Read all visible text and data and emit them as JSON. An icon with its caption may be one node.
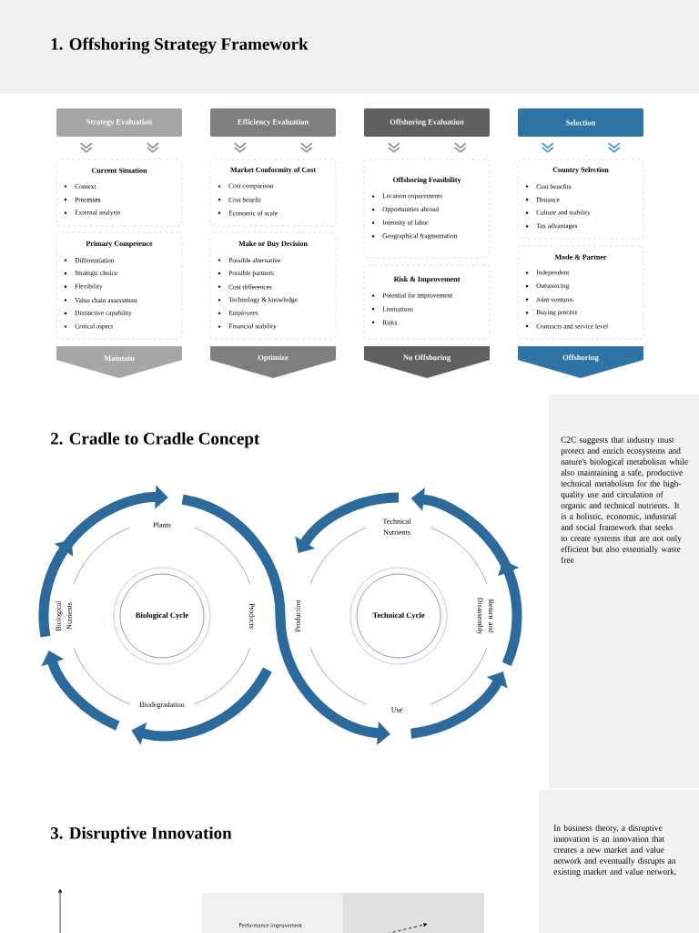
{
  "diagram": {
    "title": "1. Offshoring Strategy Framework",
    "nodes": [
      {
        "text": [
          "Strategy Evaluation"
        ]
      },
      {
        "text": [
          "Current Situation",
          "Context",
          "Processes",
          "External analysis"
        ]
      },
      {
        "text": [
          "Primary Competence",
          "Differentiation",
          "Strategic choice",
          "Flexibility",
          "Value chain assessment",
          "Distinctive capability",
          "Critical aspect"
        ]
      },
      {
        "text": [
          "Maintain"
        ]
      },
      {
        "text": [
          "Efficiency Evaluation"
        ]
      },
      {
        "text": [
          "Market Conformity of Cost",
          "Cost comparison",
          "Cost benefit",
          "Economic of scale"
        ]
      },
      {
        "text": [
          "Make or Buy Decision",
          "Possible alternative",
          "Possible partners",
          "Cost differences",
          "Technology & knowledge",
          "Employees",
          "Financial stability"
        ]
      },
      {
        "text": [
          "Optimize"
        ]
      },
      {
        "text": [
          "Offshoring Evaluation"
        ]
      },
      {
        "text": [
          "Offshoring Feasibility",
          "Location requirements",
          "Opportunities abroad",
          "Intensity of labor",
          "Geographical fragmentation"
        ]
      },
      {
        "text": [
          "Risk & Improvement",
          "Potential for improvement",
          "Limitations",
          "Risks"
        ]
      },
      {
        "text": [
          "No Offshoring"
        ]
      },
      {
        "text": [
          "Selection"
        ]
      },
      {
        "text": [
          "Country Selection",
          "Cost benefits",
          "Distance",
          "Culture and stability",
          "Tax advantages"
        ]
      },
      {
        "text": [
          "Mode & Partner",
          "Independent",
          "Outsourcing",
          "Joint ventures",
          "Buying process",
          "Contracts and service level"
        ]
      },
      {
        "text": [
          "Offshoring"
        ]
      },
      {
        "text": [
          "Biological Cycle"
        ]
      },
      {
        "text": [
          "Plants"
        ]
      },
      {
        "text": [
          "Products"
        ]
      },
      {
        "text": [
          "Biodegradation"
        ]
      },
      {
        "text": [
          "Biological Nutrients"
        ]
      },
      {
        "text": [
          "Technical Cycle"
        ]
      },
      {
        "text": [
          "Technical Nutrients"
        ]
      },
      {
        "text": [
          "Return and Disassembly"
        ]
      },
      {
        "text": [
          "Use"
        ]
      },
      {
        "text": [
          "Production"
        ]
      }
    ],
    "edges": [
      {
        "from": 0,
        "to": 1,
        "arrow": "to",
        "color": "#8c8c8c"
      },
      {
        "from": 0,
        "to": 1,
        "arrow": "to",
        "color": "#8c8c8c"
      },
      {
        "from": 4,
        "to": 5,
        "arrow": "to",
        "color": "#8c8c8c"
      },
      {
        "from": 4,
        "to": 5,
        "arrow": "to",
        "color": "#8c8c8c"
      },
      {
        "from": 8,
        "to": 9,
        "arrow": "to",
        "color": "#8c8c8c"
      },
      {
        "from": 8,
        "to": 9,
        "arrow": "to",
        "color": "#8c8c8c"
      },
      {
        "from": 12,
        "to": 13,
        "arrow": "to",
        "color": "#3d8fd1"
      },
      {
        "from": 12,
        "to": 13,
        "arrow": "to",
        "color": "#3d8fd1"
      },
      {
        "from": 18,
        "to": 19,
        "arrow": "to",
        "style": "thick"
      },
      {
        "from": 19,
        "to": 20,
        "arrow": "to",
        "style": "thick"
      },
      {
        "from": 20,
        "to": 17,
        "arrow": "to",
        "style": "thick"
      },
      {
        "from": 17,
        "to": 24,
        "arrow": "to",
        "style": "thick"
      },
      {
        "from": 24,
        "to": 23,
        "arrow": "to",
        "style": "thick"
      },
      {
        "from": 23,
        "to": 22,
        "arrow": "to",
        "style": "thick"
      },
      {
        "from": 22,
        "to": 25,
        "arrow": "to",
        "style": "thick"
      }
    ],
    "labels": [
      "2. Cradle to Cradle Concept",
      "C2C suggests that industry must protect and enrich ecosystems and nature's biological metabolism while also maintaining a safe, productive technical metabolism for the high-quality use and circulation of organic and technical nutrients. It is a holistic, economic, industrial and social framework that seeks to create systems that are not only efficient but also essentially waste free",
      "3. Disruptive Innovation",
      "In business theory, a disruptive innovation is an innovation that creates a new market and value network and eventually disrupts an existing market and value network,",
      "Performance improvement"
    ]
  }
}
